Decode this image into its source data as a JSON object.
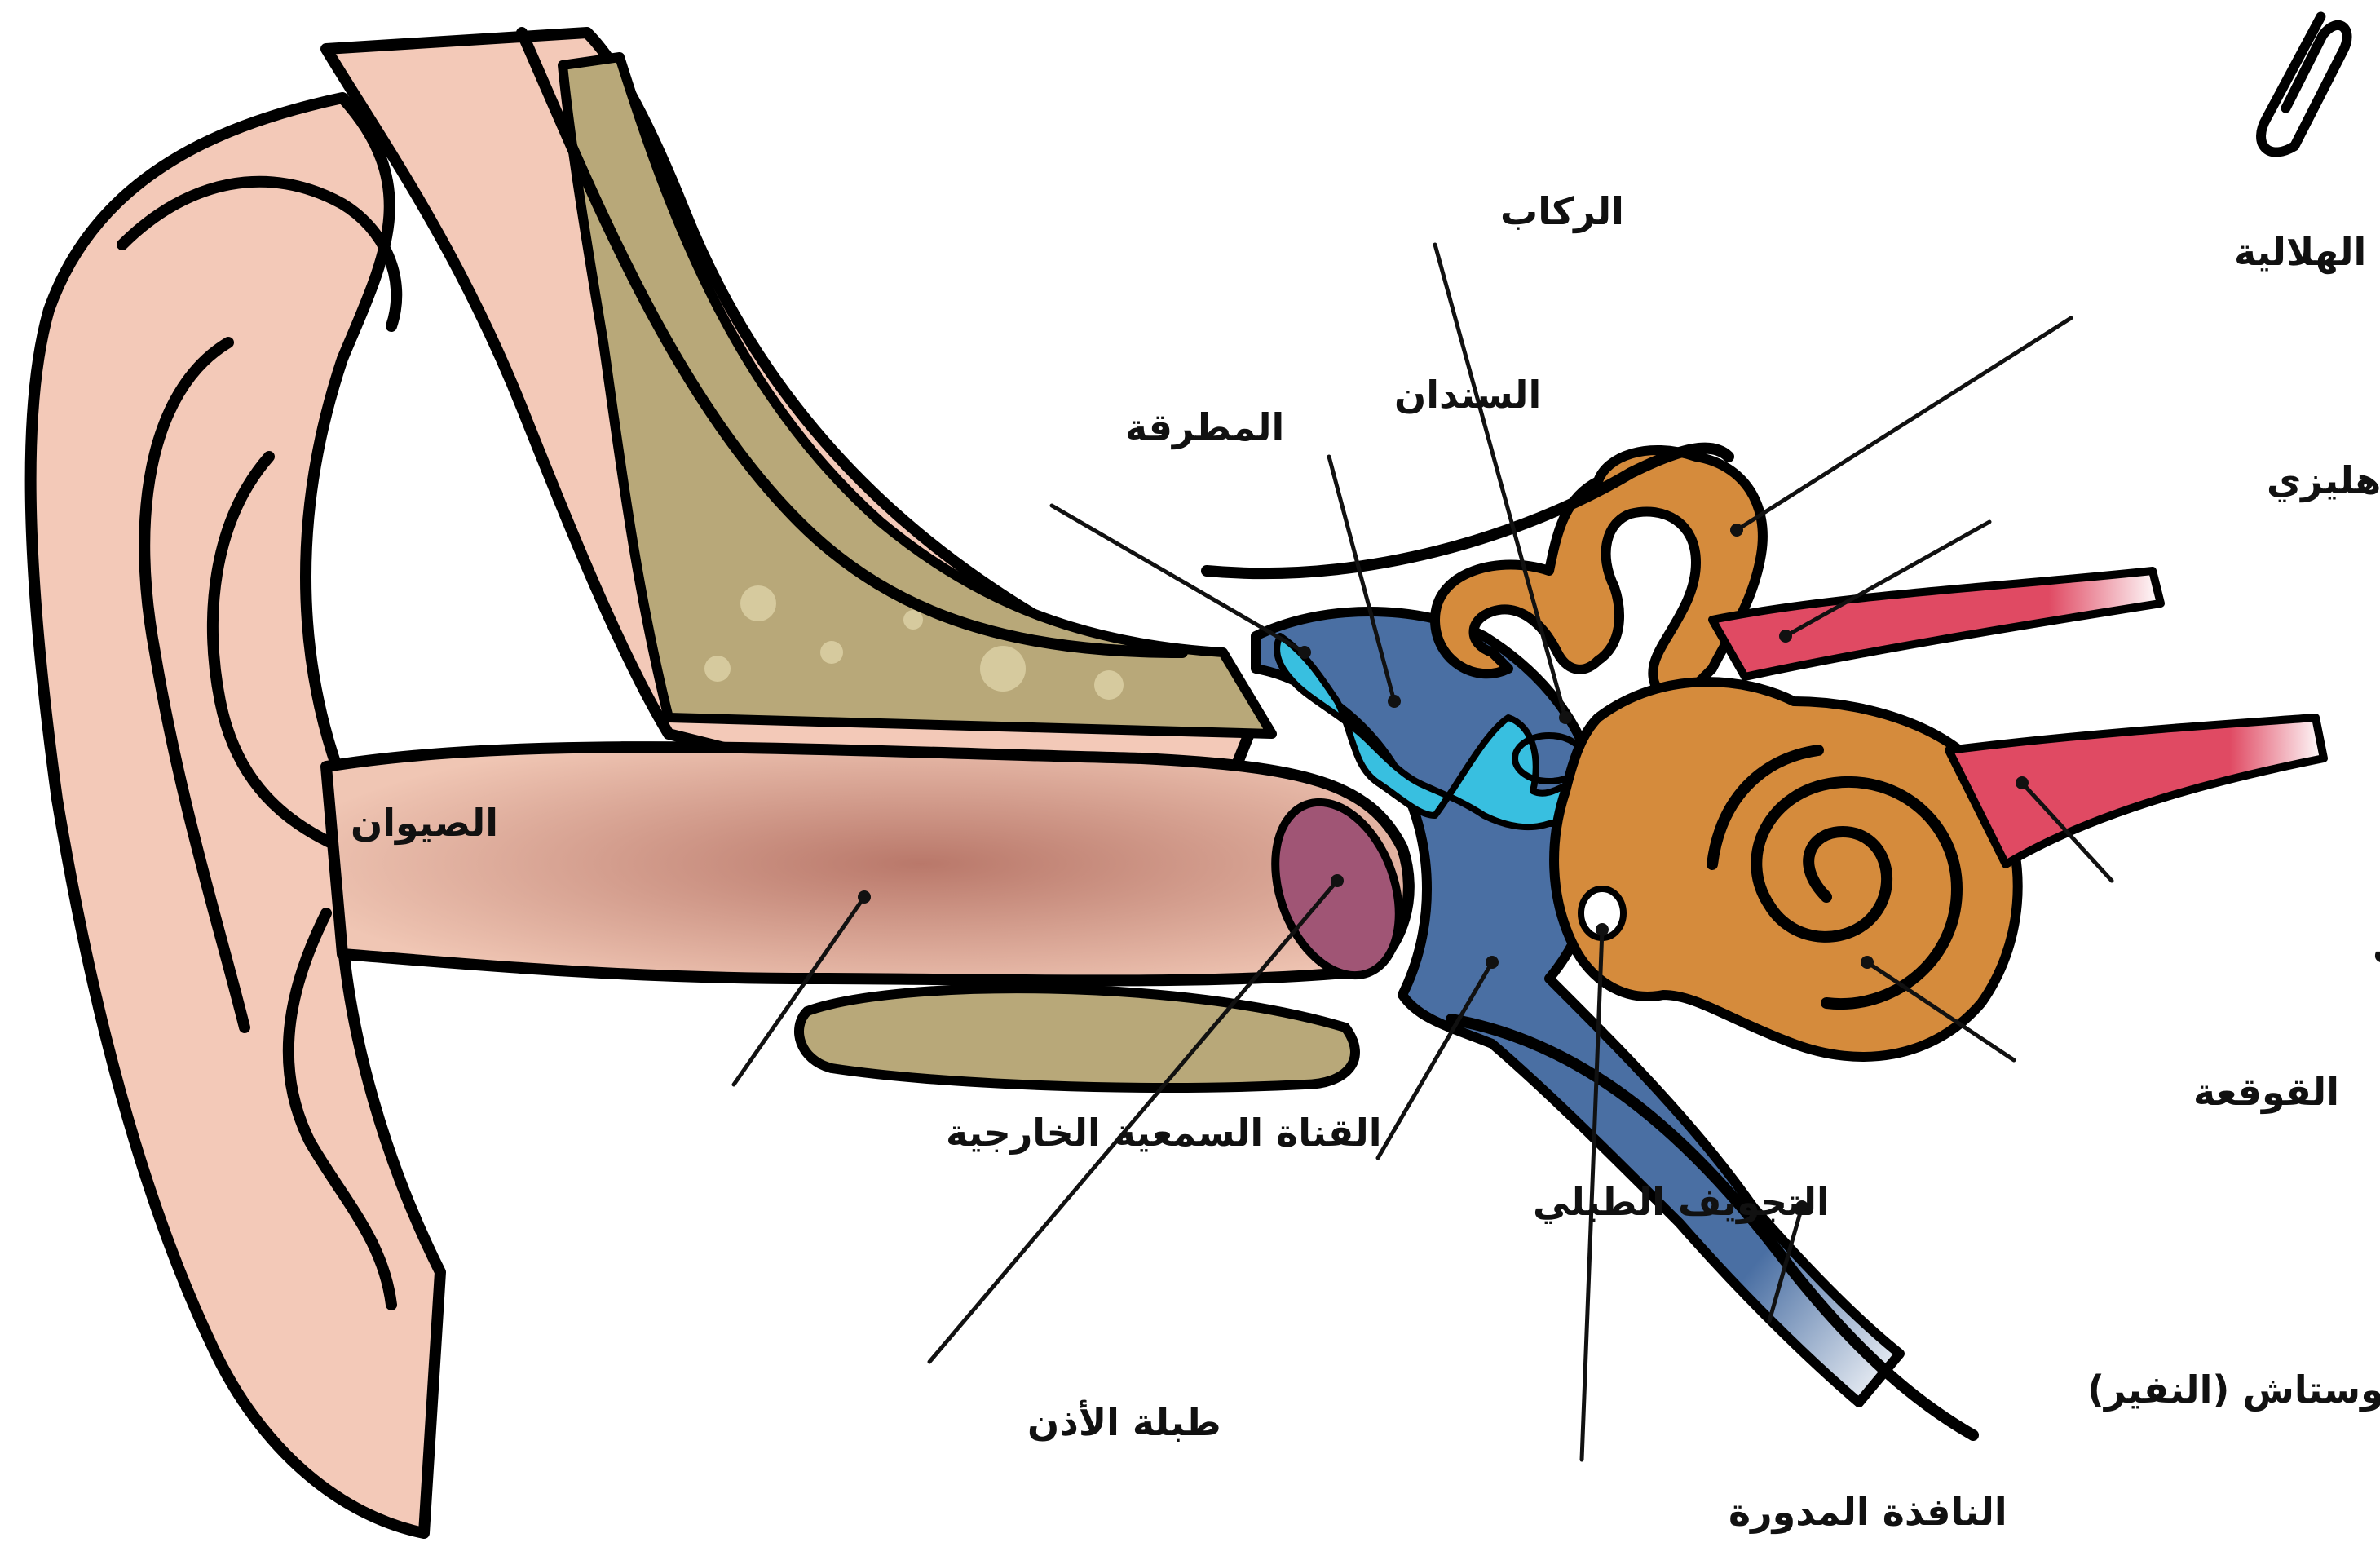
{
  "labels": {
    "pinna": "الصيوان",
    "external_canal": "القناة السمعية الخارجية",
    "eardrum": "طبلة الأذن",
    "malleus": "المطرقة",
    "incus": "السندان",
    "stapes": "الركاب",
    "semicircular_canals": "القنوات الهلالية",
    "vestibular_nerve": "العصب الدهليزي",
    "cochlear_nerve": "العصب القوقعي",
    "cochlea": "القوقعة",
    "tympanic_cavity": "التجويف الطبلي",
    "eustachian_tube": "قناة أوستاش (النفير)",
    "round_window": "النافذة المدورة"
  },
  "colors": {
    "skin": "#f3c9b8",
    "canal_inner": "#b9786a",
    "bone": "#b8a879",
    "eardrum": "#a05575",
    "middle_ear": "#4a6fa3",
    "ossicles": "#38bfe0",
    "inner_ear": "#d58b3c",
    "nerve": "#e04a63",
    "outline": "#000000"
  },
  "icons": [
    "paperclip-icon"
  ]
}
